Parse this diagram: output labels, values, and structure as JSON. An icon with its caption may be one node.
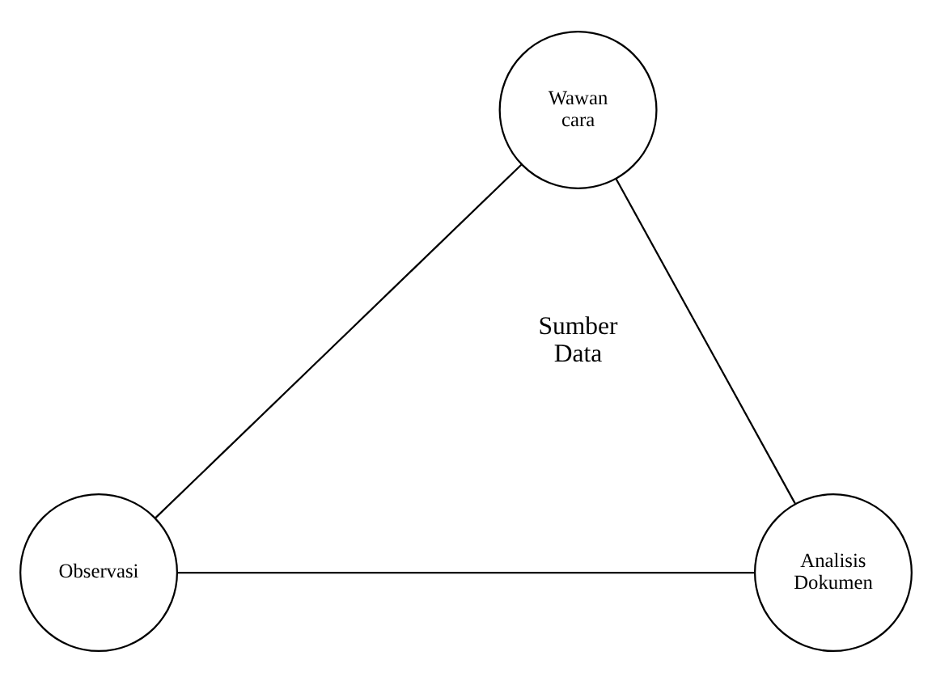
{
  "diagram": {
    "nodes": [
      {
        "text": [
          "Wawan cara"
        ]
      },
      {
        "text": [
          "Observasi"
        ]
      },
      {
        "text": [
          "Analisis Dokumen"
        ]
      }
    ],
    "edges": [
      {
        "from": 0,
        "to": 1,
        "arrow": "none"
      },
      {
        "from": 0,
        "to": 2,
        "arrow": "none"
      },
      {
        "from": 1,
        "to": 2,
        "arrow": "none"
      }
    ],
    "labels": [
      "Sumber Data"
    ]
  }
}
